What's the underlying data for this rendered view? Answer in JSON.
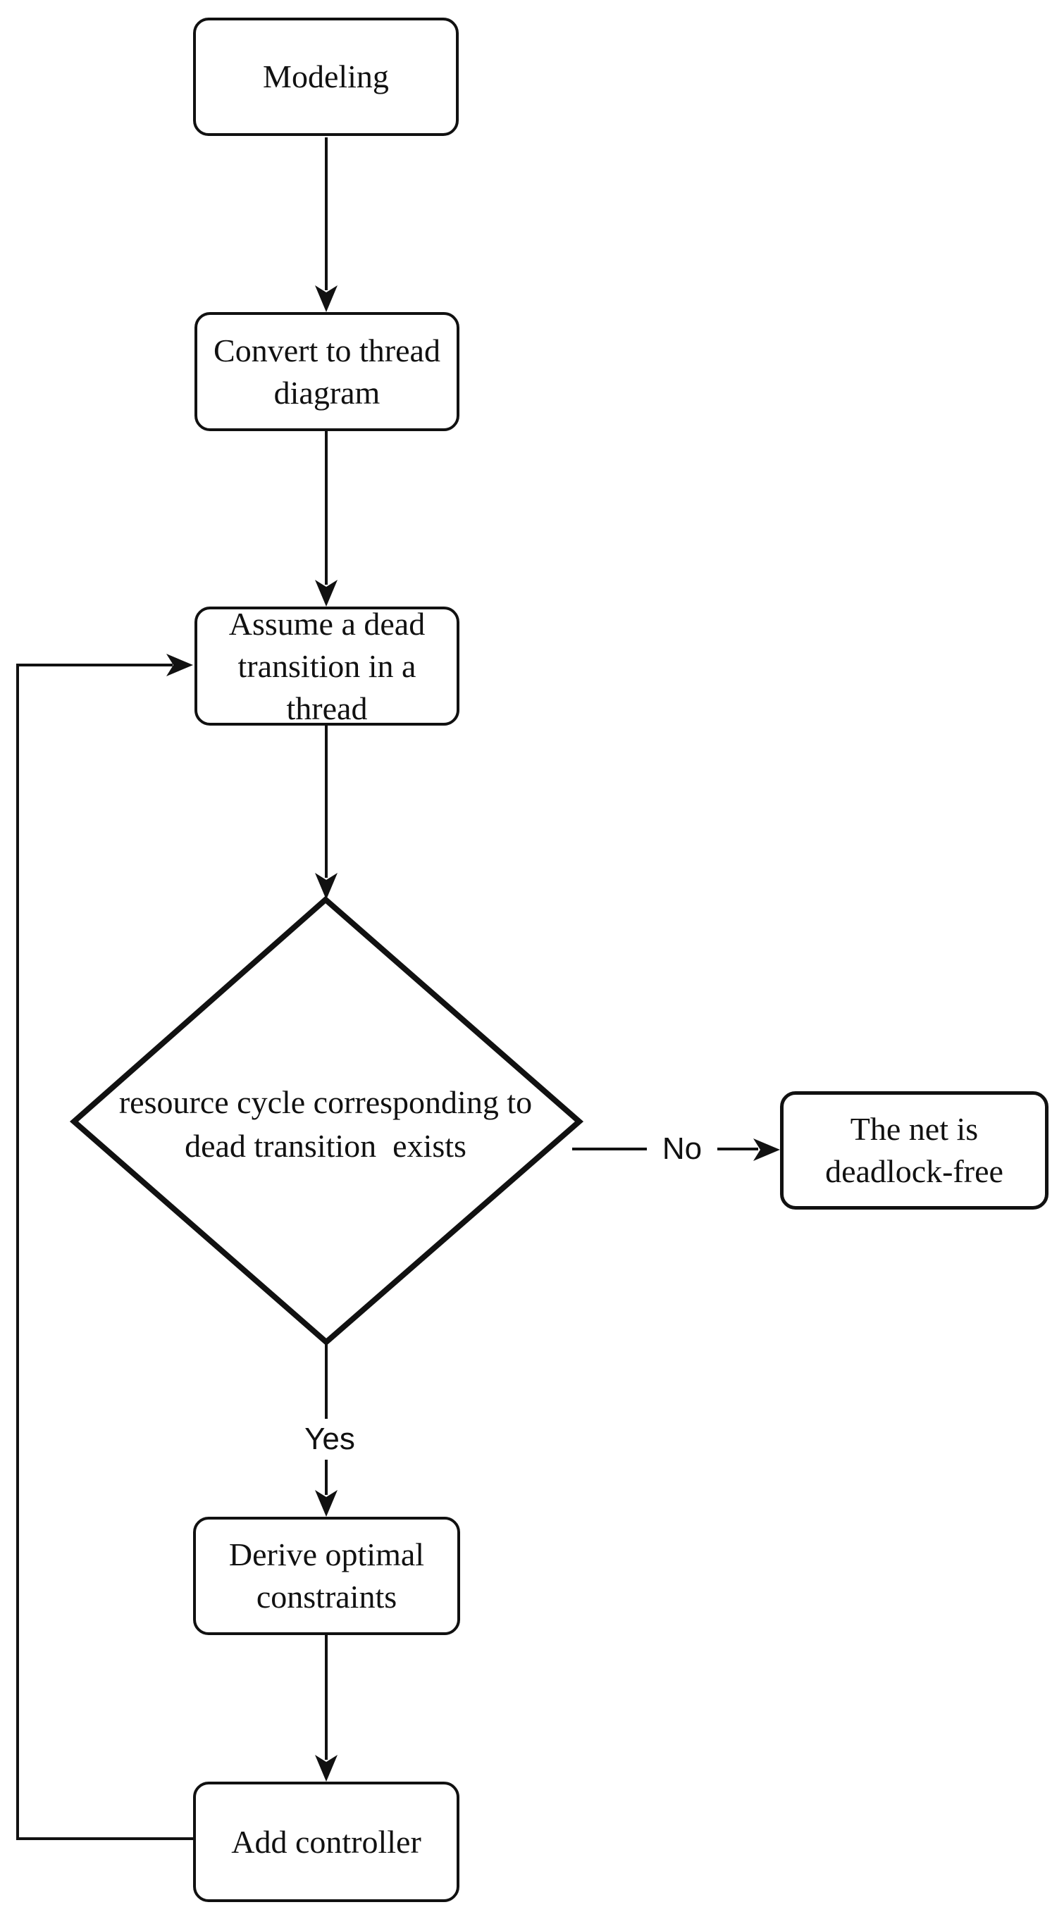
{
  "diagram": {
    "title": "Deadlock control flowchart",
    "nodes": {
      "modeling": {
        "type": "process",
        "label": "Modeling"
      },
      "convert": {
        "type": "process",
        "label": "Convert to thread\ndiagram"
      },
      "assume": {
        "type": "process",
        "label": "Assume a dead\ntransition in a\nthread"
      },
      "decision": {
        "type": "decision",
        "label": "resource cycle corresponding to\ndead transition  exists"
      },
      "deadlock_free": {
        "type": "process",
        "label": "The net is\ndeadlock-free"
      },
      "derive": {
        "type": "process",
        "label": "Derive optimal\nconstraints"
      },
      "add_controller": {
        "type": "process",
        "label": "Add controller"
      }
    },
    "edges": [
      {
        "from": "modeling",
        "to": "convert",
        "label": ""
      },
      {
        "from": "convert",
        "to": "assume",
        "label": ""
      },
      {
        "from": "assume",
        "to": "decision",
        "label": ""
      },
      {
        "from": "decision",
        "to": "deadlock_free",
        "label": "No"
      },
      {
        "from": "decision",
        "to": "derive",
        "label": "Yes"
      },
      {
        "from": "derive",
        "to": "add_controller",
        "label": ""
      },
      {
        "from": "add_controller",
        "to": "assume",
        "label": ""
      }
    ],
    "colors": {
      "line": "#111111",
      "node_fill": "#ffffff",
      "text": "#111111",
      "background": "#ffffff"
    }
  }
}
